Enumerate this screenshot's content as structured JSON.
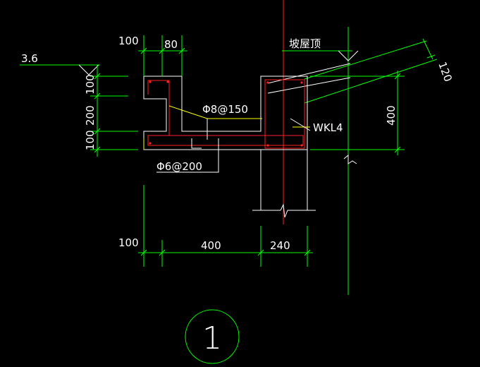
{
  "colors": {
    "background": "#000000",
    "dimension": "#00ff00",
    "outline": "#ffffff",
    "rebar": "#ff2020",
    "leader": "#ffff00"
  },
  "labels": {
    "level": "3.6",
    "roof_top": "坡屋顶",
    "beam": "WKL4",
    "rebar_main": "Φ8@150",
    "rebar_dist": "Φ6@200",
    "detail_no": "1"
  },
  "dimensions": {
    "top_left": "100",
    "top_width": "80",
    "left_100_top": "100",
    "left_200": "200",
    "left_100_bottom": "100",
    "right_height": "400",
    "slab_thickness": "120",
    "bottom_left": "100",
    "bottom_400": "400",
    "bottom_240": "240"
  }
}
